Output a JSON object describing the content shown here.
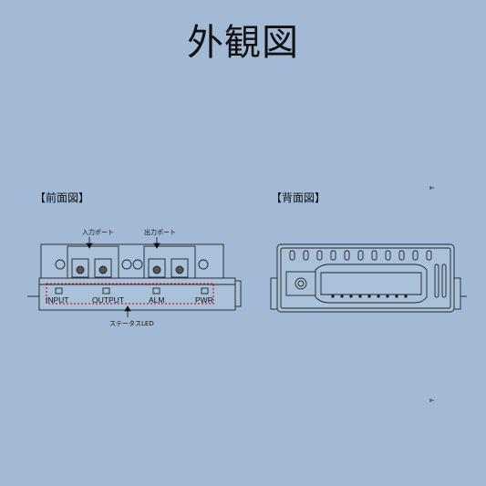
{
  "page": {
    "title": "外観図"
  },
  "front_view": {
    "label": "【前面図】",
    "input_port_label": "入力ポート",
    "output_port_label": "出力ポート",
    "status_led_label": "ステータスLED",
    "status_labels": [
      "INPUT",
      "OUTPUT",
      "ALM",
      "PWR"
    ]
  },
  "back_view": {
    "label": "【背面図】"
  },
  "colors": {
    "background": "#a2bad5",
    "device_face": "#a9c1da",
    "highlight_dash": "#cc2222"
  }
}
